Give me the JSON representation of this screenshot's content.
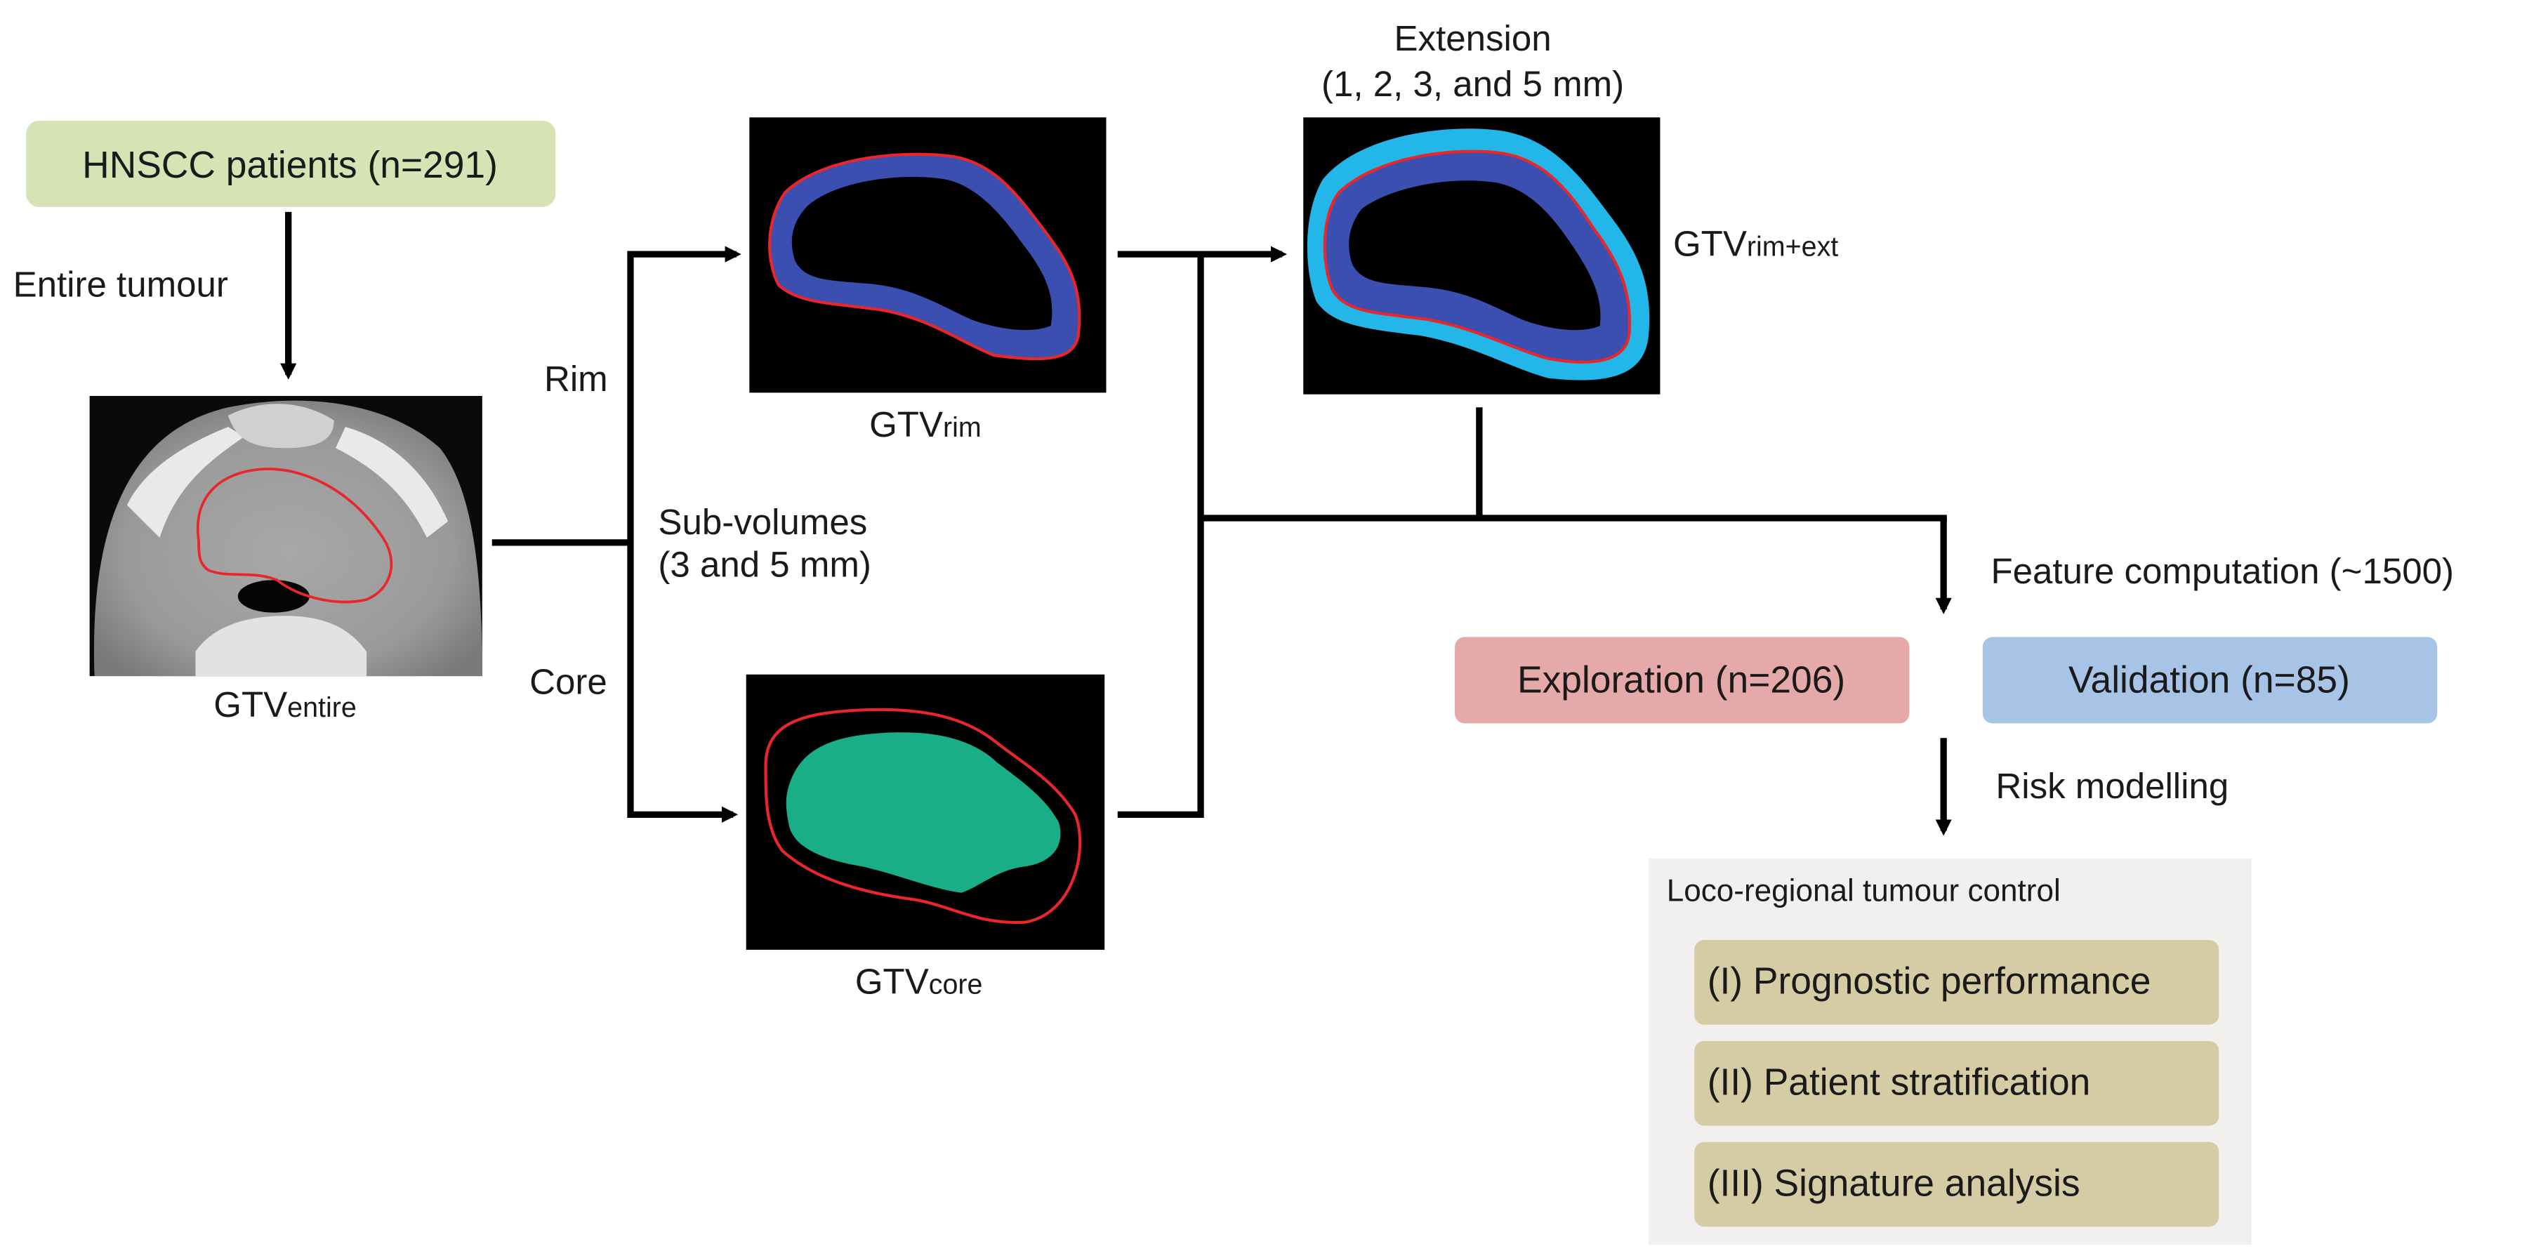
{
  "colors": {
    "green_box": "#d6e3b5",
    "red_box": "#e6a9a9",
    "blue_box": "#a7c3e6",
    "grey_panel": "#f1f0ee",
    "tan_box": "#d5cca6",
    "arrow": "#000000",
    "contour_red": "#e8262c",
    "rim_blue": "#3a4fb0",
    "ext_cyan": "#22b7e8",
    "core_teal": "#1aae88"
  },
  "labels": {
    "patients": "HNSCC patients (n=291)",
    "entire_tumour": "Entire tumour",
    "gtv_entire": {
      "main": "GTV",
      "sub": "entire"
    },
    "rim": "Rim",
    "core": "Core",
    "subvolumes_line1": "Sub-volumes",
    "subvolumes_line2": "(3 and 5 mm)",
    "gtv_rim": {
      "main": "GTV",
      "sub": "rim"
    },
    "gtv_core": {
      "main": "GTV",
      "sub": "core"
    },
    "extension_line1": "Extension",
    "extension_line2": "(1, 2, 3, and 5 mm)",
    "gtv_rim_ext": {
      "main": "GTV",
      "sub": "rim+ext"
    },
    "feature_computation": "Feature computation (~1500)",
    "exploration": "Exploration (n=206)",
    "validation": "Validation (n=85)",
    "risk_modelling": "Risk modelling",
    "outcome_title": "Loco-regional tumour control",
    "outcome_items": [
      "(I) Prognostic performance",
      "(II) Patient stratification",
      "(III) Signature analysis"
    ]
  },
  "icons": {
    "ct_slice": "ct-scan-image",
    "rim_mask": "rim-mask-image",
    "core_mask": "core-mask-image",
    "ext_mask": "rim-extension-mask-image"
  }
}
